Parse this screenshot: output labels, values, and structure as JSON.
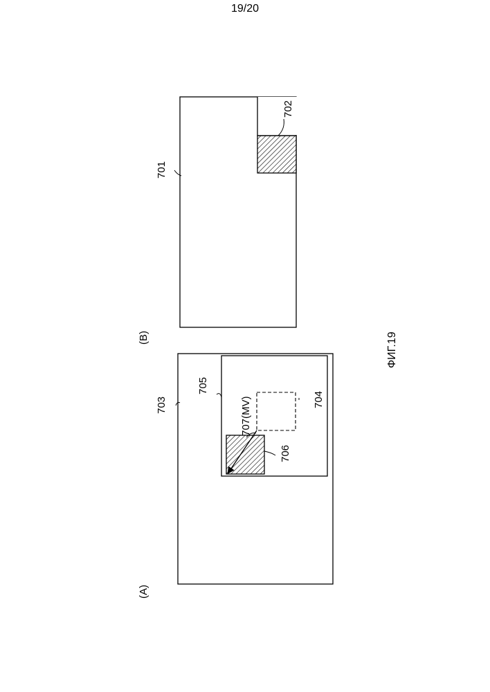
{
  "page": {
    "number": "19/20"
  },
  "figure": {
    "caption": "ФИГ.19"
  },
  "panel_a": {
    "label": "(A)",
    "frame_label": "703",
    "search_area_label": "705",
    "current_block_label": "704",
    "reference_block_label": "706",
    "motion_vector_label": "707(MV)"
  },
  "panel_b": {
    "label": "(B)",
    "frame_label": "701",
    "block_label": "702"
  }
}
